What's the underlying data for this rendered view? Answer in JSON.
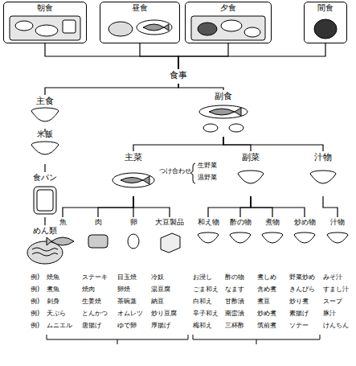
{
  "diagram": {
    "nodes": [
      {
        "text": [
          "朝食"
        ]
      },
      {
        "text": [
          "昼食"
        ]
      },
      {
        "text": [
          "夕食"
        ]
      },
      {
        "text": [
          "間食"
        ]
      },
      {
        "text": [
          "食事"
        ]
      },
      {
        "text": [
          "主食"
        ]
      },
      {
        "text": [
          "米飯"
        ]
      },
      {
        "text": [
          "食パン"
        ]
      },
      {
        "text": [
          "めん類"
        ]
      },
      {
        "text": [
          "副食"
        ]
      },
      {
        "text": [
          "主菜"
        ]
      },
      {
        "text": [
          "副菜"
        ]
      },
      {
        "text": [
          "汁物"
        ]
      },
      {
        "text": [
          "魚"
        ]
      },
      {
        "text": [
          "肉"
        ]
      },
      {
        "text": [
          "卵"
        ]
      },
      {
        "text": [
          "大豆製品"
        ]
      },
      {
        "text": [
          "和え物"
        ]
      },
      {
        "text": [
          "酢の物"
        ]
      },
      {
        "text": [
          "煮物"
        ]
      },
      {
        "text": [
          "炒め物"
        ]
      },
      {
        "text": [
          "汁物"
        ]
      }
    ],
    "edges": [
      {
        "from": 0,
        "to": 4,
        "arrow": "none"
      },
      {
        "from": 1,
        "to": 4,
        "arrow": "none"
      },
      {
        "from": 2,
        "to": 4,
        "arrow": "none"
      },
      {
        "from": 3,
        "to": 4,
        "arrow": "none"
      },
      {
        "from": 4,
        "to": 5,
        "arrow": "none"
      },
      {
        "from": 4,
        "to": 9,
        "arrow": "none"
      },
      {
        "from": 5,
        "to": 6,
        "arrow": "none"
      },
      {
        "from": 6,
        "to": 7,
        "arrow": "none"
      },
      {
        "from": 7,
        "to": 8,
        "arrow": "none"
      },
      {
        "from": 9,
        "to": 10,
        "arrow": "none"
      },
      {
        "from": 9,
        "to": 11,
        "arrow": "none"
      },
      {
        "from": 9,
        "to": 12,
        "arrow": "none"
      },
      {
        "from": 10,
        "to": 13,
        "arrow": "none"
      },
      {
        "from": 10,
        "to": 14,
        "arrow": "none"
      },
      {
        "from": 10,
        "to": 15,
        "arrow": "none"
      },
      {
        "from": 10,
        "to": 16,
        "arrow": "none"
      },
      {
        "from": 11,
        "to": 17,
        "arrow": "none"
      },
      {
        "from": 11,
        "to": 18,
        "arrow": "none"
      },
      {
        "from": 11,
        "to": 19,
        "arrow": "none"
      },
      {
        "from": 11,
        "to": 20,
        "arrow": "none"
      },
      {
        "from": 12,
        "to": 21,
        "arrow": "none"
      }
    ],
    "labels": [
      "つけ合わせ",
      "生野菜",
      "温野菜",
      "例)",
      "例)",
      "例)",
      "例)",
      "例)",
      "焼魚",
      "煮魚",
      "刺身",
      "天ぷら",
      "ムニエル",
      "ステーキ",
      "焼肉",
      "生姜焼",
      "とんかつ",
      "唐揚げ",
      "目玉焼",
      "卵焼",
      "茶碗蒸",
      "オムレツ",
      "ゆで卵",
      "冷奴",
      "湯豆腐",
      "納豆",
      "炒り豆腐",
      "厚揚げ",
      "お浸し",
      "ごま和え",
      "白和え",
      "辛子和え",
      "梅和え",
      "酢の物",
      "なます",
      "甘酢漬",
      "南蛮漬",
      "三杯酢",
      "煮しめ",
      "含め煮",
      "煮豆",
      "炒め煮",
      "筑前煮",
      "野菜炒め",
      "きんぴら",
      "炒り煮",
      "素揚げ",
      "ソテー",
      "みそ汁",
      "すまし汁",
      "スープ",
      "豚汁",
      "けんちん"
    ]
  }
}
